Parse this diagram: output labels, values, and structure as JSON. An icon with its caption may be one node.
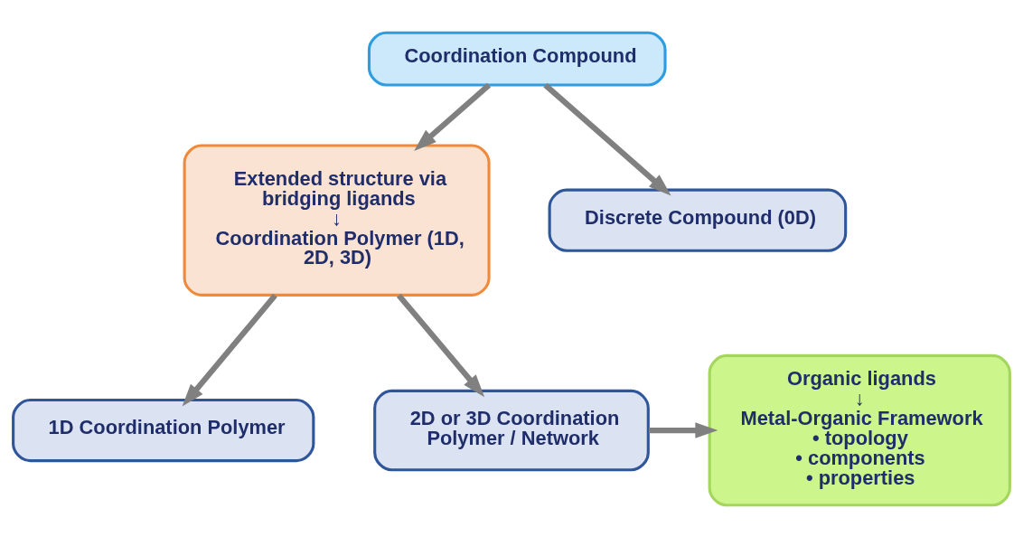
{
  "diagram": {
    "nodes": [
      {
        "text": [
          "Coordination Compound"
        ]
      },
      {
        "text": [
          "Extended structure via bridging ligands",
          "↓",
          "Coordination Polymer (1D, 2D, 3D)"
        ]
      },
      {
        "text": [
          "Discrete Compound (0D)"
        ]
      },
      {
        "text": [
          "1D Coordination Polymer"
        ]
      },
      {
        "text": [
          "2D or 3D Coordination Polymer / Network"
        ]
      },
      {
        "text": [
          "Organic ligands",
          "↓",
          "Metal-Organic Framework",
          "• topology",
          "• components",
          "• properties"
        ]
      }
    ],
    "edges": [
      {
        "from": 0,
        "to": 1,
        "arrow": "to"
      },
      {
        "from": 0,
        "to": 2,
        "arrow": "to"
      },
      {
        "from": 1,
        "to": 3,
        "arrow": "to"
      },
      {
        "from": 1,
        "to": 4,
        "arrow": "to"
      },
      {
        "from": 4,
        "to": 5,
        "arrow": "to"
      }
    ]
  }
}
